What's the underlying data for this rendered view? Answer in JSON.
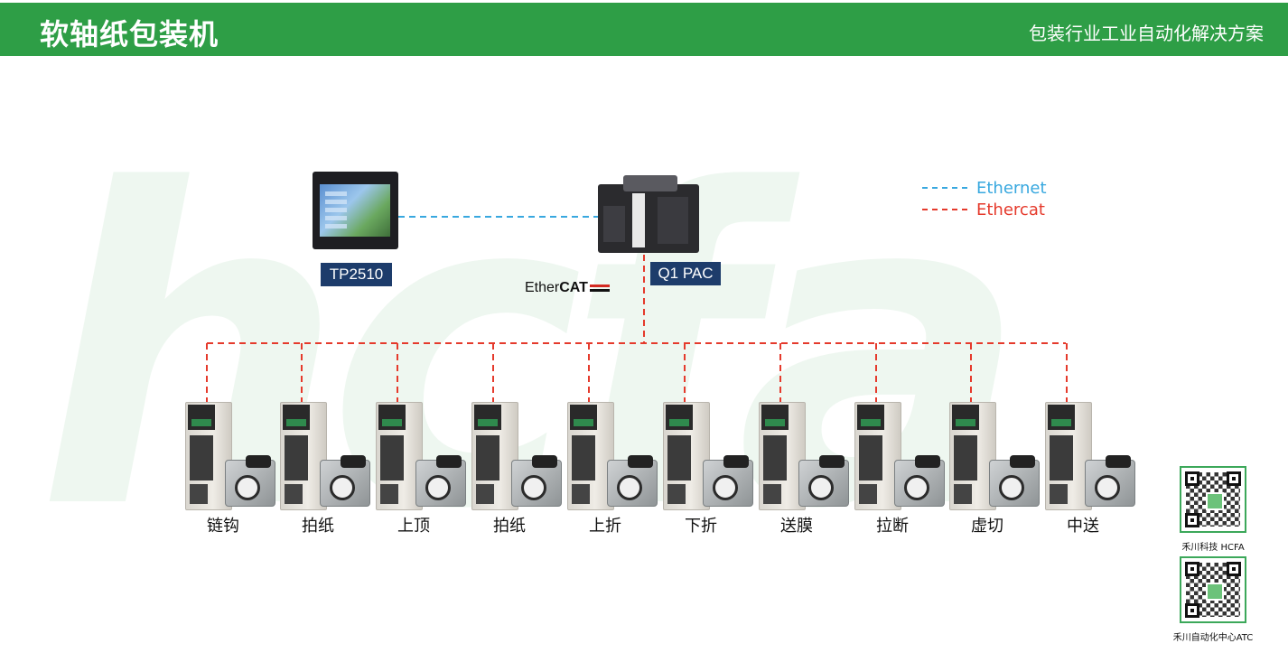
{
  "header": {
    "title": "软轴纸包装机",
    "subtitle": "包装行业工业自动化解决方案"
  },
  "watermark": "hcfa",
  "legend": {
    "ethernet": "Ethernet",
    "ethercat": "Ethercat"
  },
  "colors": {
    "brand_green": "#2e9e46",
    "ethernet_line": "#38a8df",
    "ethercat_line": "#e53a2c",
    "label_box": "#1d3c6b"
  },
  "hmi": {
    "label": "TP2510"
  },
  "pac": {
    "label": "Q1 PAC"
  },
  "ethercat_logo": {
    "prefix": "Ether",
    "bold": "CAT"
  },
  "drives": [
    {
      "label": "链钩"
    },
    {
      "label": "拍纸"
    },
    {
      "label": "上顶"
    },
    {
      "label": "拍纸"
    },
    {
      "label": "上折"
    },
    {
      "label": "下折"
    },
    {
      "label": "送膜"
    },
    {
      "label": "拉断"
    },
    {
      "label": "虚切"
    },
    {
      "label": "中送"
    }
  ],
  "qr_codes": [
    {
      "label": "禾川科技 HCFA"
    },
    {
      "label": "禾川自动化中心ATC"
    }
  ]
}
